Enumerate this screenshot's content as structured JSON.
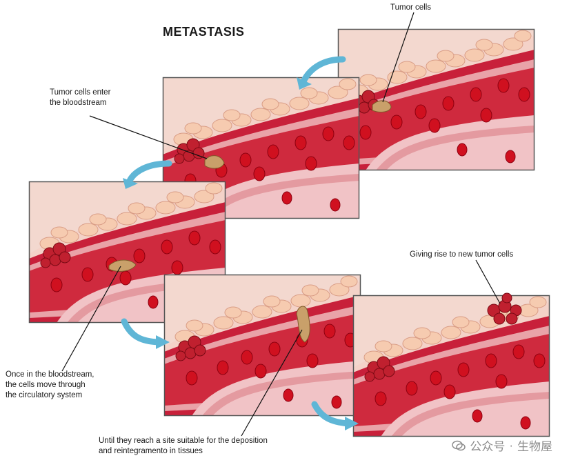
{
  "title": "METASTASIS",
  "labels": {
    "tumor_cells": "Tumor cells",
    "enter_bloodstream": [
      "Tumor cells enter",
      "the bloodstream"
    ],
    "move_through": [
      "Once in the bloodstream,",
      "the cells move through",
      "the circulatory system"
    ],
    "reach_site": [
      "Until they reach a site suitable for the deposition",
      "and reintegramento in tissues"
    ],
    "new_cells": "Giving rise to new tumor cells"
  },
  "watermark": {
    "channel": "公众号",
    "separator": "·",
    "name": "生物屋"
  },
  "colors": {
    "skin": "#f4d2c8",
    "tissue_cell": "#f6cbb0",
    "vessel_outer": "#c8203a",
    "vessel_inner": "#e9a3a8",
    "lumen": "#f1c3c6",
    "rbc": "#d0101f",
    "tumor": "#c9a06a",
    "arrow": "#5fb6d6"
  }
}
